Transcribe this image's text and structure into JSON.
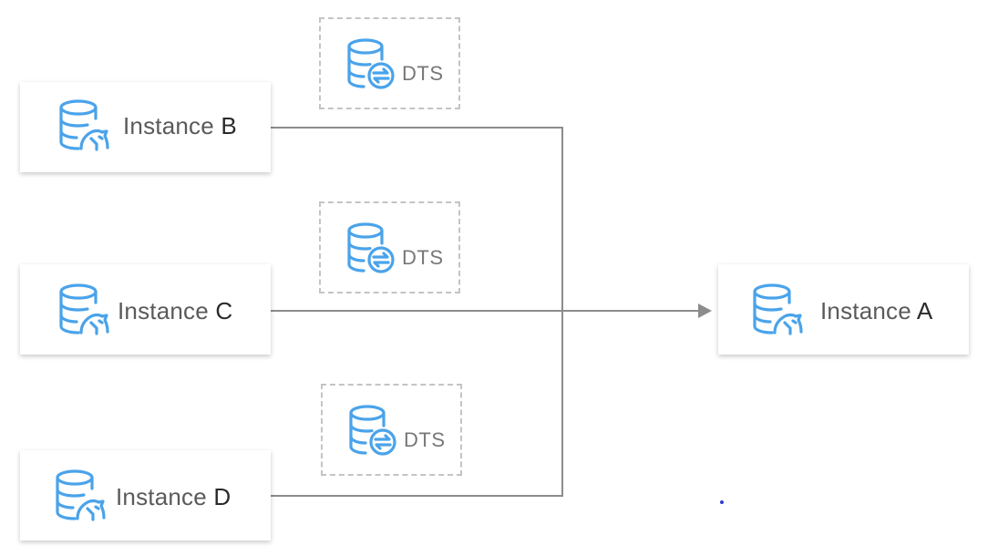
{
  "sources": [
    {
      "id": "instance-b",
      "name": "Instance",
      "letter": "B"
    },
    {
      "id": "instance-c",
      "name": "Instance",
      "letter": "C"
    },
    {
      "id": "instance-d",
      "name": "Instance",
      "letter": "D"
    }
  ],
  "target": {
    "id": "instance-a",
    "name": "Instance",
    "letter": "A"
  },
  "dts": [
    {
      "label": "DTS"
    },
    {
      "label": "DTS"
    },
    {
      "label": "DTS"
    }
  ],
  "colors": {
    "icon_blue": "#4aa3ea",
    "connector": "#8c8c8c",
    "dashed_border": "#c4c4c4",
    "label_text": "#5a5a5a"
  },
  "icons": {
    "instance": "database-mysql-icon",
    "dts": "database-sync-icon"
  }
}
